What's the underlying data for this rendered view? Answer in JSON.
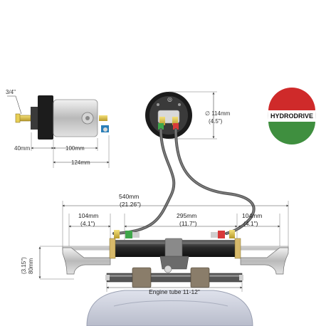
{
  "dimensions": {
    "thread": "3/4\"",
    "helm_front": "40mm",
    "helm_body": "100mm",
    "helm_total": "124mm",
    "gauge_diameter_mm": "∅ 114mm",
    "gauge_diameter_in": "(4.5\")",
    "overall_mm": "540mm",
    "overall_in": "(21.26\")",
    "stroke_mm": "295mm",
    "stroke_in": "(11.7\")",
    "left_end_mm": "104mm",
    "left_end_in": "(4.1\")",
    "right_end_mm": "104mm",
    "right_end_in": "(4.1\")",
    "height_mm": "80mm",
    "height_in": "(3.15\")",
    "engine_tube": "Engine tube 11-12\""
  },
  "badge": {
    "label": "HYDRODRIVE",
    "colors": {
      "red": "#cf2a2a",
      "white": "#ffffff",
      "green": "#3f8f3f"
    }
  }
}
